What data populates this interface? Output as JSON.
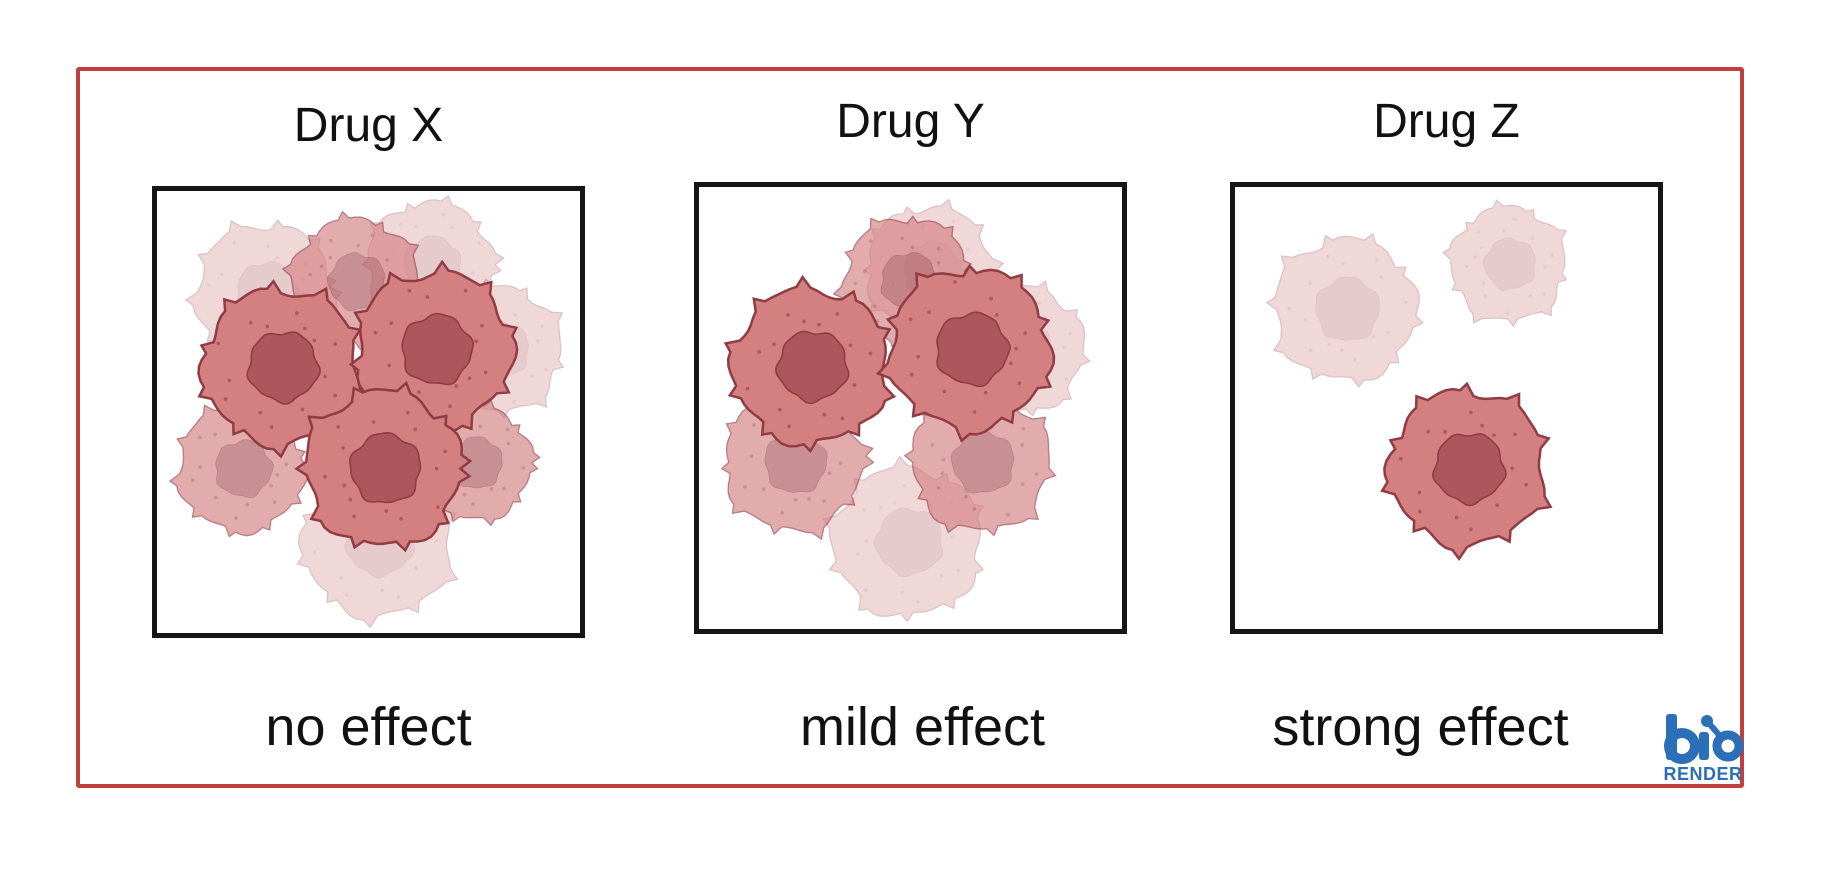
{
  "panels": [
    {
      "title": "Drug X",
      "effect": "no effect"
    },
    {
      "title": "Drug Y",
      "effect": "mild effect"
    },
    {
      "title": "Drug Z",
      "effect": "strong effect"
    }
  ],
  "logo": {
    "text_top": "bio",
    "text_bottom": "RENDER"
  },
  "colors": {
    "frame": "#c0403c",
    "cell_fill": "#d47f80",
    "cell_stroke": "#8f3c44",
    "nucleus": "#ad565c",
    "logo": "#2b6fb8"
  }
}
